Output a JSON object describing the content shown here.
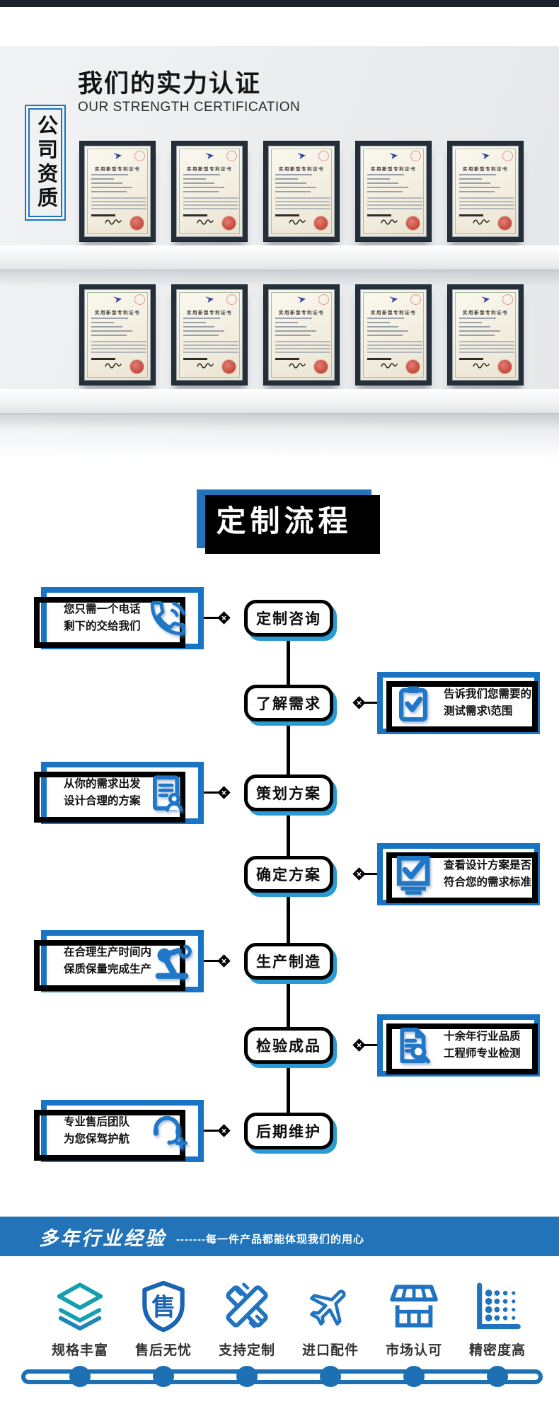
{
  "certification": {
    "tab": "公司资质",
    "title": "我们的实力认证",
    "subtitle": "OUR STRENGTH CERTIFICATION",
    "certificate_title": "实用新型专利证书",
    "rows": 2,
    "certs_per_row": 5
  },
  "process": {
    "title": "定制流程",
    "steps": [
      {
        "label": "定制咨询",
        "side": "left",
        "icon": "phone-icon",
        "note_lines": [
          "您只需一个电话",
          "剩下的交给我们"
        ]
      },
      {
        "label": "了解需求",
        "side": "right",
        "icon": "clipboard-check-icon",
        "note_lines": [
          "告诉我们您需要的",
          "测试需求\\范围"
        ]
      },
      {
        "label": "策划方案",
        "side": "left",
        "icon": "document-user-icon",
        "note_lines": [
          "从你的需求出发",
          "设计合理的方案"
        ]
      },
      {
        "label": "确定方案",
        "side": "right",
        "icon": "checkbox-icon",
        "note_lines": [
          "查看设计方案是否",
          "符合您的需求标准"
        ]
      },
      {
        "label": "生产制造",
        "side": "left",
        "icon": "robot-arm-icon",
        "note_lines": [
          "在合理生产时间内",
          "保质保量完成生产"
        ]
      },
      {
        "label": "检验成品",
        "side": "right",
        "icon": "document-search-icon",
        "note_lines": [
          "十余年行业品质",
          "工程师专业检测"
        ]
      },
      {
        "label": "后期维护",
        "side": "left",
        "icon": "customer-service-icon",
        "note_lines": [
          "专业售后团队",
          "为您保驾护航"
        ]
      }
    ]
  },
  "footer": {
    "banner_title": "多年行业经验",
    "banner_tagline": "-------每一件产品都能体现我们的用心",
    "features": [
      {
        "label": "规格丰富",
        "icon": "layers-icon",
        "color": "#139fae"
      },
      {
        "label": "售后无忧",
        "icon": "shield-sale-icon",
        "color": "#1b63b3",
        "glyph": "售"
      },
      {
        "label": "支持定制",
        "icon": "rulers-icon",
        "color": "#2173c0"
      },
      {
        "label": "进口配件",
        "icon": "plane-icon",
        "color": "#2173c0"
      },
      {
        "label": "市场认可",
        "icon": "storefront-icon",
        "color": "#2173c0"
      },
      {
        "label": "精密度高",
        "icon": "dot-chart-icon",
        "color": "#2173c0"
      }
    ],
    "progress_dots": 6
  },
  "colors": {
    "accent_blue": "#1a74c4",
    "title_box_blue": "#2273bb",
    "node_shadow_blue": "#2a9ad2",
    "banner_blue": "#2273b8",
    "top_strip": "#1a232d",
    "black": "#000000"
  }
}
